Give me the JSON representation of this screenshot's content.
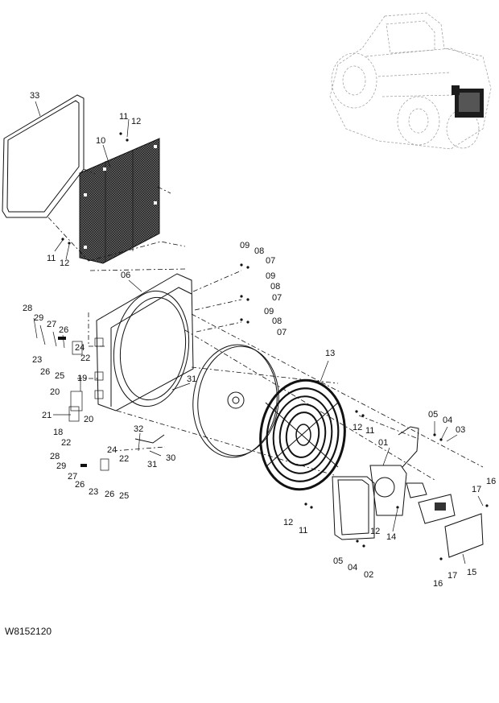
{
  "figure_ref": "W8152120",
  "callouts": [
    {
      "id": "c33a",
      "text": "33"
    },
    {
      "id": "c11a",
      "text": "11"
    },
    {
      "id": "c12a",
      "text": "12"
    },
    {
      "id": "c10",
      "text": "10"
    },
    {
      "id": "c11b",
      "text": "11"
    },
    {
      "id": "c12b",
      "text": "12"
    },
    {
      "id": "c09a",
      "text": "09"
    },
    {
      "id": "c08a",
      "text": "08"
    },
    {
      "id": "c07a",
      "text": "07"
    },
    {
      "id": "c09b",
      "text": "09"
    },
    {
      "id": "c08b",
      "text": "08"
    },
    {
      "id": "c07b",
      "text": "07"
    },
    {
      "id": "c09c",
      "text": "09"
    },
    {
      "id": "c08c",
      "text": "08"
    },
    {
      "id": "c07c",
      "text": "07"
    },
    {
      "id": "c06",
      "text": "06"
    },
    {
      "id": "c28a",
      "text": "28"
    },
    {
      "id": "c29a",
      "text": "29"
    },
    {
      "id": "c27a",
      "text": "27"
    },
    {
      "id": "c26a",
      "text": "26"
    },
    {
      "id": "c24a",
      "text": "24"
    },
    {
      "id": "c23a",
      "text": "23"
    },
    {
      "id": "c22a",
      "text": "22"
    },
    {
      "id": "c26b",
      "text": "26"
    },
    {
      "id": "c25a",
      "text": "25"
    },
    {
      "id": "c19",
      "text": "19"
    },
    {
      "id": "c20a",
      "text": "20"
    },
    {
      "id": "c21",
      "text": "21"
    },
    {
      "id": "c20b",
      "text": "20"
    },
    {
      "id": "c18",
      "text": "18"
    },
    {
      "id": "c22b",
      "text": "22"
    },
    {
      "id": "c31a",
      "text": "31"
    },
    {
      "id": "c13",
      "text": "13"
    },
    {
      "id": "c32",
      "text": "32"
    },
    {
      "id": "c30",
      "text": "30"
    },
    {
      "id": "c31b",
      "text": "31"
    },
    {
      "id": "c24b",
      "text": "24"
    },
    {
      "id": "c22c",
      "text": "22"
    },
    {
      "id": "c28b",
      "text": "28"
    },
    {
      "id": "c29b",
      "text": "29"
    },
    {
      "id": "c27b",
      "text": "27"
    },
    {
      "id": "c26c",
      "text": "26"
    },
    {
      "id": "c23b",
      "text": "23"
    },
    {
      "id": "c26d",
      "text": "26"
    },
    {
      "id": "c25b",
      "text": "25"
    },
    {
      "id": "c12c",
      "text": "12"
    },
    {
      "id": "c11c",
      "text": "11"
    },
    {
      "id": "c05a",
      "text": "05"
    },
    {
      "id": "c04a",
      "text": "04"
    },
    {
      "id": "c03",
      "text": "03"
    },
    {
      "id": "c01",
      "text": "01"
    },
    {
      "id": "c16a",
      "text": "16"
    },
    {
      "id": "c17a",
      "text": "17"
    },
    {
      "id": "c12d",
      "text": "12"
    },
    {
      "id": "c11d",
      "text": "11"
    },
    {
      "id": "c12e",
      "text": "12"
    },
    {
      "id": "c14",
      "text": "14"
    },
    {
      "id": "c05b",
      "text": "05"
    },
    {
      "id": "c04b",
      "text": "04"
    },
    {
      "id": "c02",
      "text": "02"
    },
    {
      "id": "c15",
      "text": "15"
    },
    {
      "id": "c16b",
      "text": "16"
    },
    {
      "id": "c17b",
      "text": "17"
    }
  ]
}
